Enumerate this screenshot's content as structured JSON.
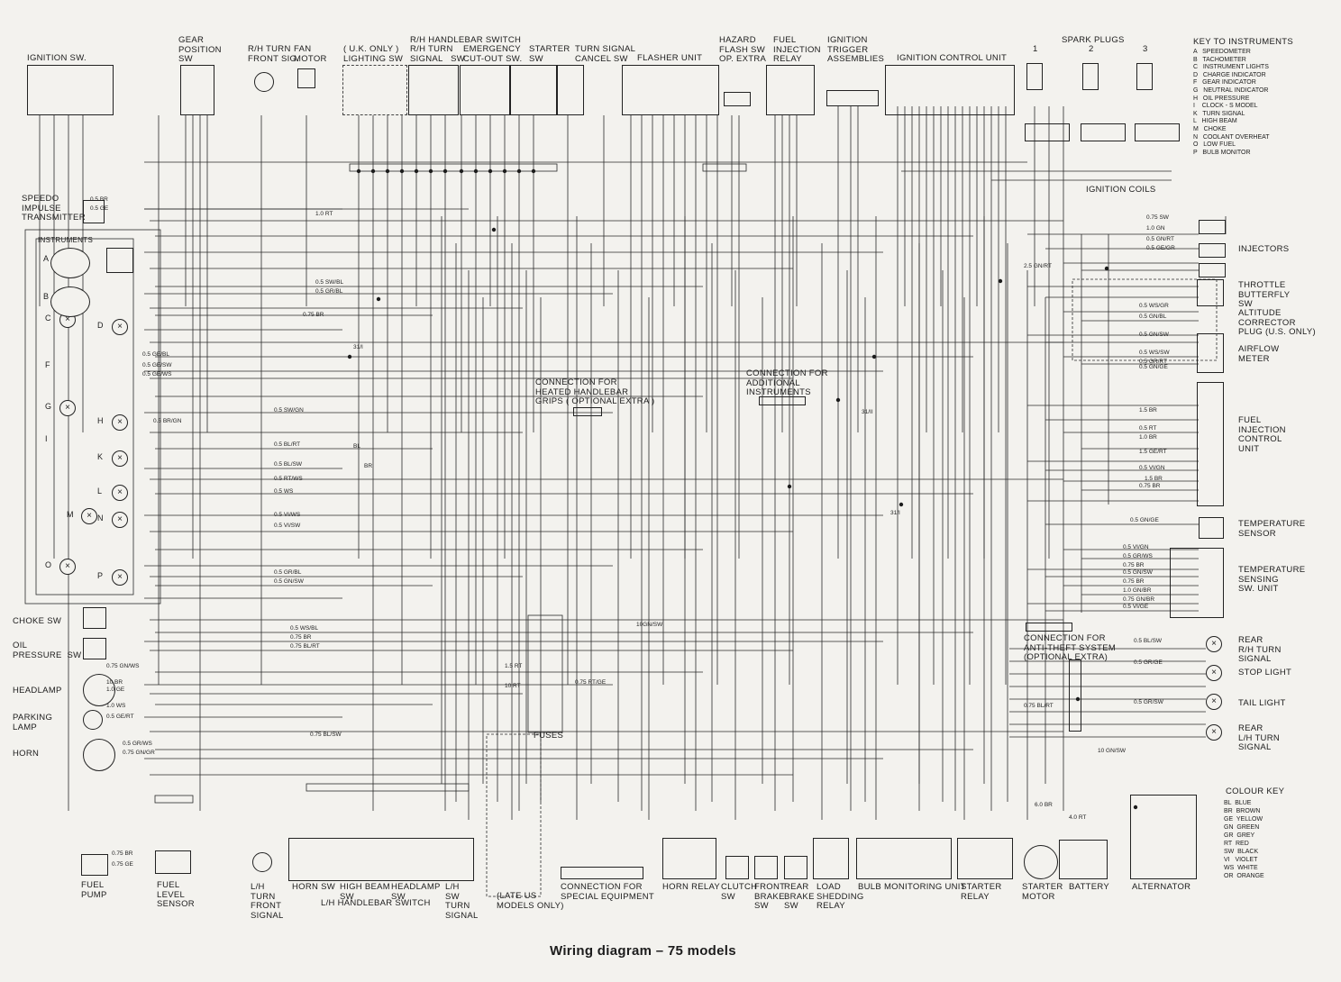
{
  "caption": "Wiring diagram – 75 models",
  "components": {
    "ignition_sw": "IGNITION SW.",
    "gear_position_sw": "GEAR\nPOSITION\nSW",
    "rh_turn_front_sig": "R/H TURN\nFRONT SIG.",
    "fan_motor": "FAN\nMOTOR",
    "rh_handlebar_switch": "R/H HANDLEBAR SWITCH",
    "lighting_sw": "( U.K. ONLY )\nLIGHTING SW",
    "rh_turn_signal_sw": "R/H TURN\nSIGNAL   SW",
    "emergency_cutout_sw": "EMERGENCY\nCUT-OUT SW.",
    "starter_sw": "STARTER\nSW",
    "turn_signal_cancel_sw": "TURN SIGNAL\nCANCEL SW",
    "flasher_unit": "FLASHER UNIT",
    "hazard_flash_sw": "HAZARD\nFLASH SW\nOP. EXTRA",
    "fuel_injection_relay": "FUEL\nINJECTION\nRELAY",
    "ignition_trigger_assemblies": "IGNITION\nTRIGGER\nASSEMBLIES",
    "ignition_control_unit": "IGNITION CONTROL UNIT",
    "spark_plugs": "SPARK PLUGS",
    "ignition_coils": "IGNITION COILS",
    "speedo_impulse_transmitter": "SPEEDO\nIMPULSE\nTRANSMITTER",
    "instruments": "INSTRUMENTS",
    "injectors": "INJECTORS",
    "throttle_butterfly_sw": "THROTTLE\nBUTTERFLY\nSW",
    "altitude_corrector_plug": "ALTITUDE\nCORRECTOR\nPLUG (U.S. ONLY)",
    "airflow_meter": "AIRFLOW\nMETER",
    "fuel_injection_control_unit": "FUEL\nINJECTION\nCONTROL\nUNIT",
    "temperature_sensor": "TEMPERATURE\nSENSOR",
    "temperature_sensing_sw_unit": "TEMPERATURE\nSENSING\nSW. UNIT",
    "heated_grips": "CONNECTION FOR\nHEATED HANDLEBAR\nGRIPS ( OPTIONAL EXTRA )",
    "additional_instruments": "CONNECTION FOR\nADDITIONAL\nINSTRUMENTS",
    "anti_theft": "CONNECTION FOR\nANTI-THEFT SYSTEM\n(OPTIONAL EXTRA)",
    "rear_rh_turn_signal": "REAR\nR/H TURN\nSIGNAL",
    "stop_light": "STOP LIGHT",
    "tail_light": "TAIL LIGHT",
    "rear_lh_turn_signal": "REAR\nL/H TURN\nSIGNAL",
    "choke_sw": "CHOKE SW",
    "oil_pressure_sw": "OIL\nPRESSURE  SW",
    "headlamp": "HEADLAMP",
    "parking_lamp": "PARKING\nLAMP",
    "horn": "HORN",
    "fuses": "FUSES",
    "fuel_pump": "FUEL\nPUMP",
    "fuel_level_sensor": "FUEL\nLEVEL\nSENSOR",
    "lh_turn_front_signal": "L/H\nTURN\nFRONT\nSIGNAL",
    "horn_sw": "HORN SW",
    "high_beam_sw": "HIGH BEAM\nSW",
    "headlamp_sw": "HEADLAMP\nSW",
    "lh_handlebar_switch": "L/H HANDLEBAR SWITCH",
    "lh_turn_signal_sw": "L/H\nSW\nTURN\nSIGNAL",
    "late_us_models": "(LATE US\nMODELS ONLY)",
    "special_equipment": "CONNECTION FOR\nSPECIAL EQUIPMENT",
    "horn_relay": "HORN RELAY",
    "clutch_sw": "CLUTCH\nSW",
    "front_brake_sw": "FRONT\nBRAKE\nSW",
    "rear_brake_sw": "REAR\nBRAKE\nSW",
    "load_shedding_relay": "LOAD\nSHEDDING\nRELAY",
    "bulb_monitoring_unit": "BULB MONITORING UNIT",
    "starter_relay": "STARTER\nRELAY",
    "starter_motor": "STARTER\nMOTOR",
    "battery": "BATTERY",
    "alternator": "ALTERNATOR"
  },
  "key_to_instruments": {
    "title": "KEY TO INSTRUMENTS",
    "items": [
      "A   SPEEDOMETER",
      "B   TACHOMETER",
      "C   INSTRUMENT LIGHTS",
      "D   CHARGE INDICATOR",
      "F   GEAR INDICATOR",
      "G   NEUTRAL INDICATOR",
      "H   OIL PRESSURE",
      "I    CLOCK - S MODEL",
      "K   TURN SIGNAL",
      "L   HIGH BEAM",
      "M   CHOKE",
      "N   COOLANT OVERHEAT",
      "O   LOW FUEL",
      "P   BULB MONITOR"
    ]
  },
  "colour_key": {
    "title": "COLOUR KEY",
    "items": [
      "BL  BLUE",
      "BR  BROWN",
      "GE  YELLOW",
      "GN  GREEN",
      "GR  GREY",
      "RT  RED",
      "SW  BLACK",
      "VI   VIOLET",
      "WS  WHITE",
      "OR  ORANGE"
    ]
  },
  "spark_plug_numbers": [
    "1",
    "2",
    "3"
  ],
  "instrument_letters": [
    "A",
    "B",
    "C",
    "D",
    "F",
    "G",
    "H",
    "I",
    "K",
    "L",
    "M",
    "N",
    "O",
    "P"
  ],
  "wire_labels": {
    "w1": "0.5 BR",
    "w2": "0.5 GE",
    "w3": "1.0 RT",
    "w4": "0.5 SW/BL",
    "w5": "0.5 GR/BL",
    "w6": "0.75 BR",
    "w7": "0.5 GE/BL",
    "w8": "0.5 GE/SW",
    "w9": "0.5 GE/WS",
    "w10": "0.5 BR/GN",
    "w11": "0.5 SW/GN",
    "w12": "0.5 BL/RT",
    "w13": "0.5 BL/SW",
    "w14": "0.5 RT/WS",
    "w15": "0.5 WS",
    "w16": "0.5 VI/WS",
    "w17": "0.5 VI/SW",
    "w18": "0.5 GR/BL",
    "w19": "0.5 GN/SW",
    "w20": "0.5 WS/BL",
    "w21": "0.75 BR",
    "w22": "0.75 BL/RT",
    "w23": "0.75 BL/SW",
    "w24": "0.75 GN/WS",
    "w25": "10 BR",
    "w26": "1.0 GE",
    "w27": "1.0 WS",
    "w28": "0.5 GE/RT",
    "w29": "0.5 GR/WS",
    "w30": "0.75 GN/GR",
    "w31": "0.75 BR",
    "w32": "0.75 GE",
    "w33": "0.75 SW",
    "w34": "1.0 GN",
    "w35": "0.5 GN/RT",
    "w36": "0.5 GE/GR",
    "w37": "2.5 GN/RT",
    "w38": "0.5 WS/GR",
    "w39": "0.5 GN/BL",
    "w40": "1.5 GE/RT",
    "w41": "0.5 VI/GN",
    "w42": "0.5 VI/GN",
    "w43": "0.5 GR/WS",
    "w44": "0.75 BR",
    "w45": "1.0 GN/BR",
    "w46": "0.75 GN/BR",
    "w47": "0.5 VI/GE",
    "w48": "0.5 GR/GE",
    "w49": "0.5 GR/SW",
    "w50": "0.75 BL/RT",
    "w51": "0.5 BL/SW",
    "w52": "6.0 BR",
    "w53": "4.0 RT",
    "w54": "1.5 BR",
    "w55": "1.5 RT",
    "w56": "10 RT",
    "w57": "0.75 RT/GE",
    "w58": "10GN/SW",
    "w59": "0.5 GN/GE",
    "w60": "0.5 GN/SW",
    "w61": "0.5 WS/SW",
    "w62": "0.5 GR/RT",
    "w63": "0.5 GN/GE",
    "w64": "0.5 RT",
    "w65": "1.0 BR",
    "w66": "0.75 BR",
    "w67": "0.5 GN/SW",
    "w68": "0.75 BR",
    "w69": "10 GN/SW",
    "w70": "1.5 BR"
  },
  "nodes": {
    "n1": "31/I",
    "n2": "31/II",
    "n3": "31/I",
    "n4": "BL",
    "n5": "BR"
  }
}
